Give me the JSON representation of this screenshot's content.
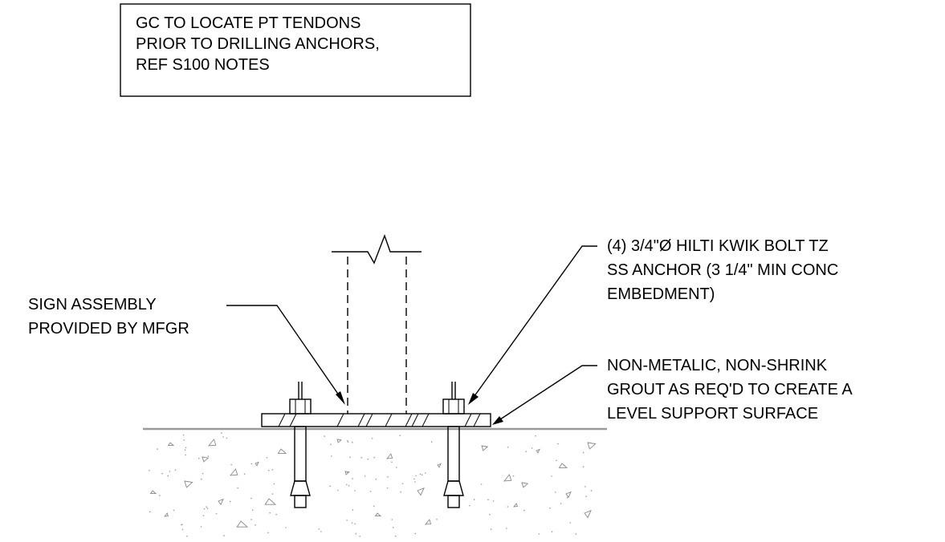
{
  "note_box": {
    "lines": [
      "GC TO LOCATE PT TENDONS",
      "PRIOR TO DRILLING ANCHORS,",
      "REF S100 NOTES"
    ]
  },
  "callouts": {
    "sign_assembly": {
      "lines": [
        "SIGN ASSEMBLY",
        "PROVIDED BY MFGR"
      ]
    },
    "anchor": {
      "lines": [
        "(4) 3/4\"Ø HILTI KWIK BOLT TZ",
        "SS ANCHOR (3 1/4\" MIN CONC",
        "EMBEDMENT)"
      ]
    },
    "grout": {
      "lines": [
        "NON-METALIC, NON-SHRINK",
        "GROUT AS REQ'D TO CREATE A",
        "LEVEL SUPPORT SURFACE"
      ]
    }
  },
  "colors": {
    "line": "#000000",
    "grade": "#9a9a9a",
    "aggregate": "#888888"
  }
}
